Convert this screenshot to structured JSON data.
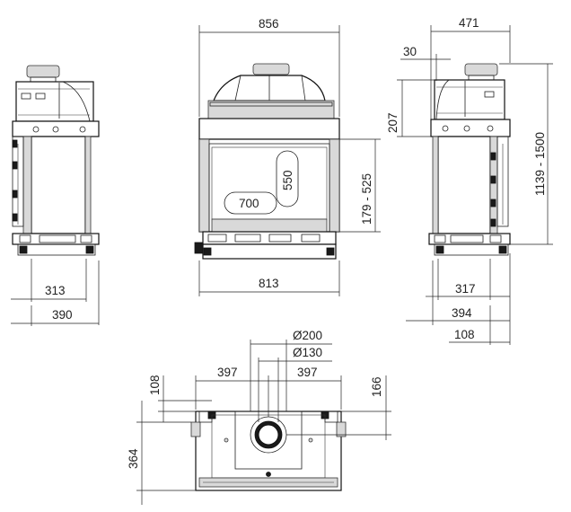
{
  "dimensions": {
    "front_top_width": "856",
    "front_bottom_width": "813",
    "glass_width": "700",
    "glass_height": "550",
    "front_height_range": "179 - 525",
    "left_depth_inner": "313",
    "left_depth_outer": "390",
    "right_top_depth": "471",
    "right_flue_offset": "30",
    "right_collar_height": "207",
    "right_total_height": "1139 - 1500",
    "right_depth_inner": "317",
    "right_depth_outer": "394",
    "right_back_offset": "108",
    "top_flue_outer_dia": "Ø200",
    "top_flue_inner_dia": "Ø130",
    "top_left_half": "397",
    "top_right_half": "397",
    "top_back_offset": "108",
    "top_right_offset": "166",
    "top_depth": "364"
  }
}
